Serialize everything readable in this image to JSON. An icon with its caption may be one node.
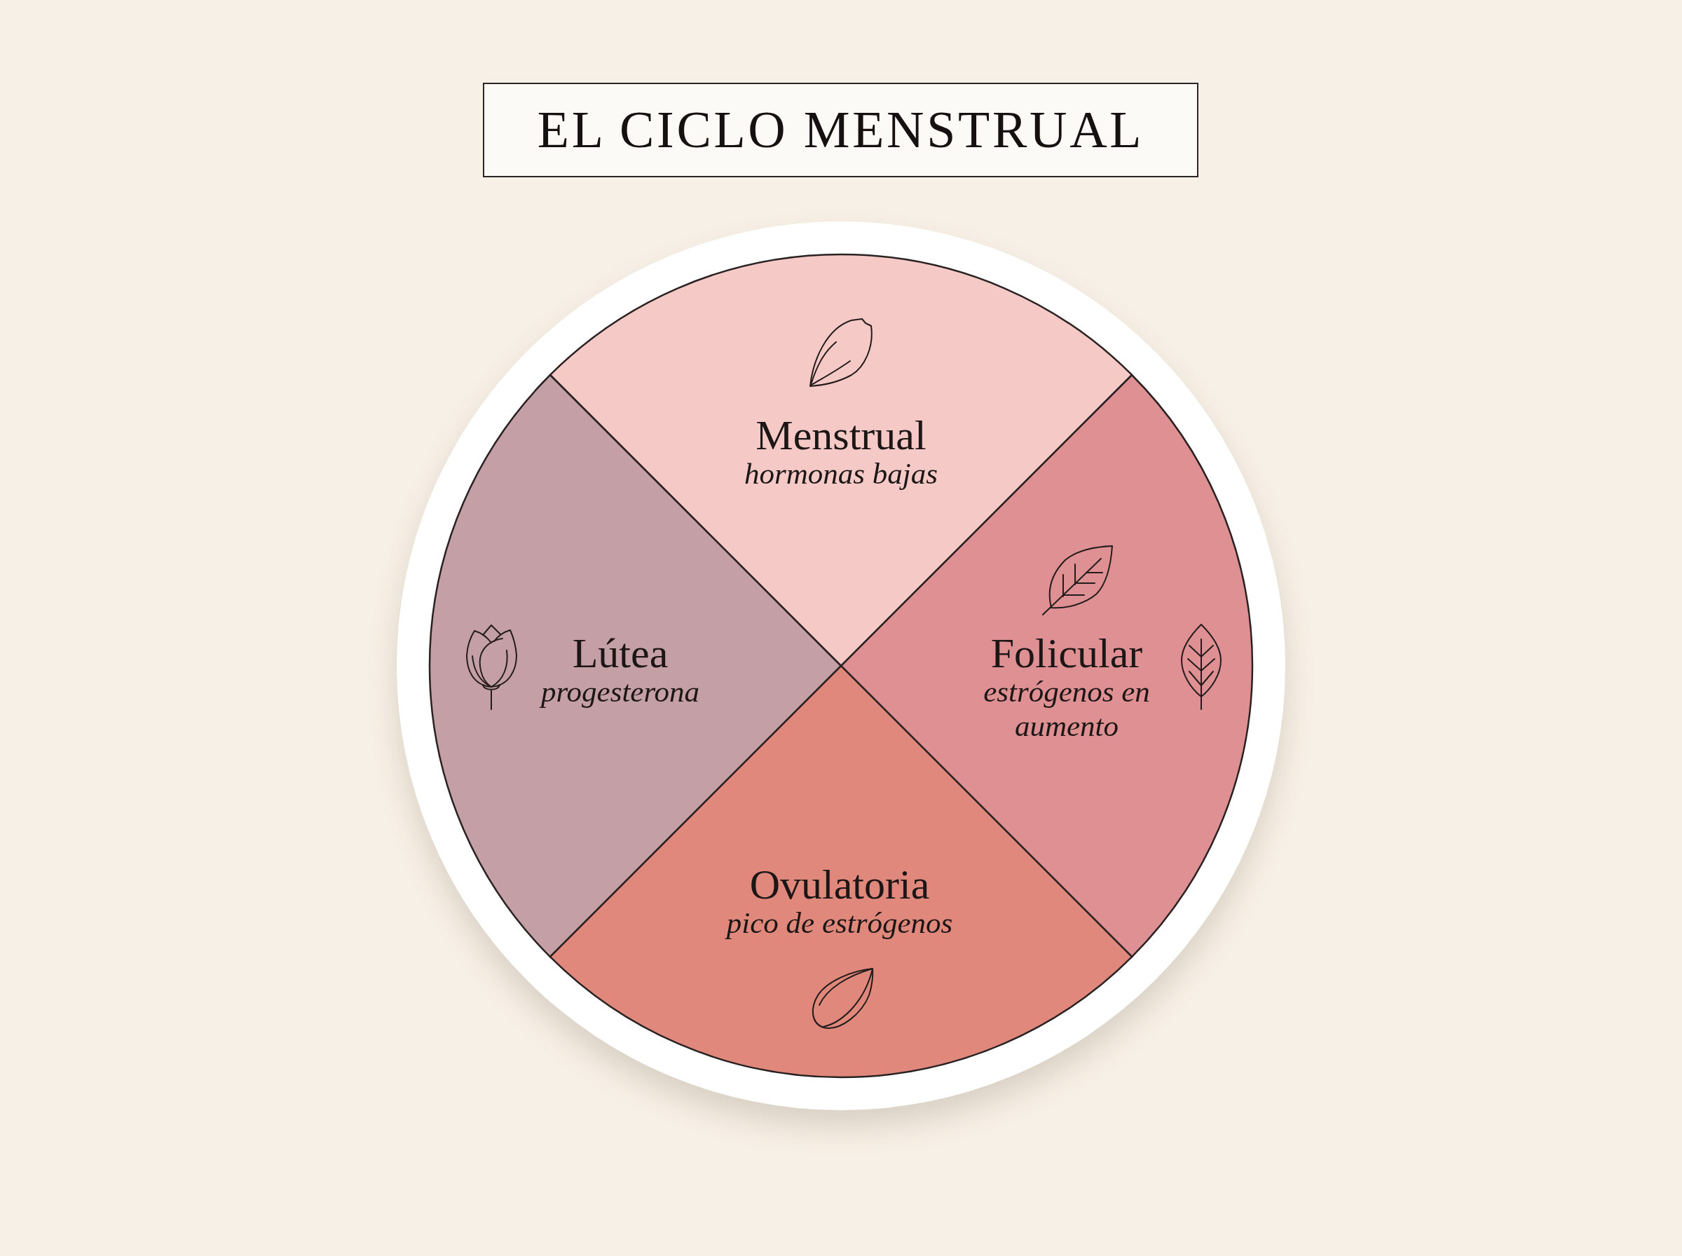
{
  "diagram": {
    "title": "EL CICLO MENSTRUAL",
    "nodes": [
      {
        "text": [
          "Menstrual",
          "hormonas bajas"
        ]
      },
      {
        "text": [
          "Lútea",
          "progesterona"
        ]
      },
      {
        "text": [
          "Folicular",
          "estrógenos en aumento"
        ]
      },
      {
        "text": [
          "Ovulatoria",
          "pico de estrógenos"
        ]
      }
    ]
  }
}
